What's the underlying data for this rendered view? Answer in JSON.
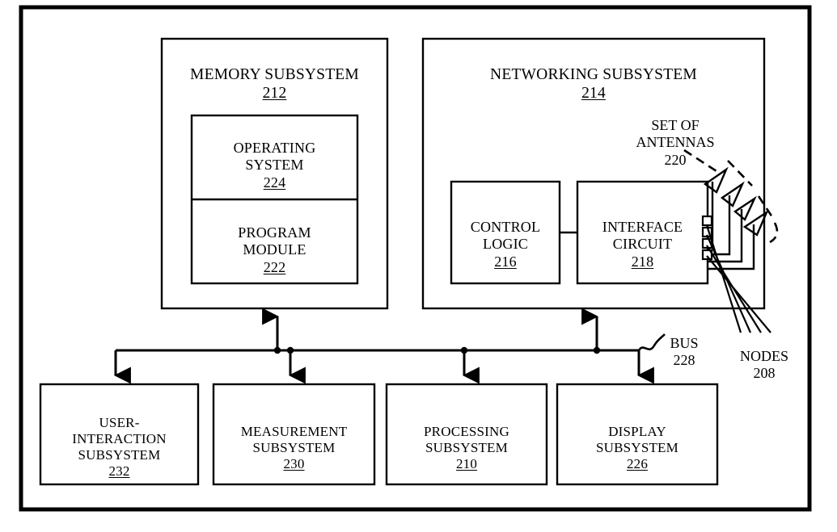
{
  "figure": {
    "title": "Patent block diagram: electronic device subsystems",
    "outer_frame": "device-boundary"
  },
  "blocks": {
    "memory_subsystem": {
      "label": "MEMORY SUBSYSTEM",
      "ref": "212"
    },
    "operating_system": {
      "label": "OPERATING\nSYSTEM",
      "ref": "224"
    },
    "program_module": {
      "label": "PROGRAM\nMODULE",
      "ref": "222"
    },
    "networking_subsystem": {
      "label": "NETWORKING SUBSYSTEM",
      "ref": "214"
    },
    "control_logic": {
      "label": "CONTROL\nLOGIC",
      "ref": "216"
    },
    "interface_circuit": {
      "label": "INTERFACE\nCIRCUIT",
      "ref": "218"
    },
    "user_interaction_subsystem": {
      "label": "USER-\nINTERACTION\nSUBSYSTEM",
      "ref": "232"
    },
    "measurement_subsystem": {
      "label": "MEASUREMENT\nSUBSYSTEM",
      "ref": "230"
    },
    "processing_subsystem": {
      "label": "PROCESSING\nSUBSYSTEM",
      "ref": "210"
    },
    "display_subsystem": {
      "label": "DISPLAY\nSUBSYSTEM",
      "ref": "226"
    }
  },
  "callouts": {
    "set_of_antennas": {
      "label": "SET OF\nANTENNAS",
      "ref": "220"
    },
    "bus": {
      "label": "BUS",
      "ref": "228"
    },
    "nodes": {
      "label": "NODES",
      "ref": "208"
    }
  },
  "colors": {
    "ink": "#000000",
    "paper": "#ffffff"
  }
}
